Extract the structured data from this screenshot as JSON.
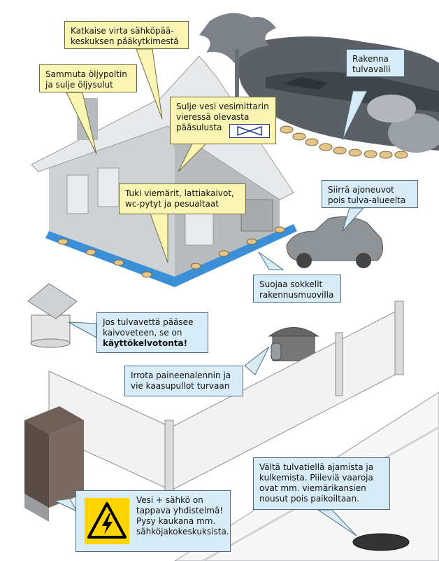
{
  "callouts": {
    "main_switch": [
      "Katkaise virta sähköpää-",
      "keskuksen pääkytkimestä"
    ],
    "oil_burner": [
      "Sammuta öljypoltin",
      "ja sulje öljysulut"
    ],
    "water_meter": [
      "Sulje vesi vesimittarin",
      "vieressä olevasta",
      "pääsulusta"
    ],
    "drains": [
      "Tuki viemärit, lattiakaivot,",
      "wc-pytyt ja pesualtaat"
    ],
    "flood_wall": [
      "Rakenna",
      "tulvavalli"
    ],
    "vehicles": [
      "Siirrä ajoneuvot",
      "pois tulva-alueelta"
    ],
    "plinth": [
      "Suojaa sokkelit",
      "rakennusmuovilla"
    ],
    "well": {
      "line1": "Jos tulvavettä pääsee",
      "line2": "kaivoveteen, se on",
      "line3": "käyttökelvotonta!"
    },
    "gas": [
      "Irrota paineenalennin ja",
      "vie kaasupullot turvaan"
    ],
    "avoid": [
      "Vältä tulvatiellä ajamista ja",
      "kulkemista. Piileviä vaaroja",
      "ovat mm. viemärikansien",
      "nousut pois paikoiltaan."
    ],
    "electric": [
      "Vesi + sähkö on",
      "tappava yhdistelmä!",
      "Pysy kaukana mm.",
      "sähköjakokeskuksista."
    ]
  },
  "colors": {
    "yellow_box": "#fbf5b4",
    "blue_box": "#d7ecf6",
    "water": "#3a8fd6",
    "warning": "#ffd400"
  },
  "icons": [
    "valve-icon",
    "electric-warning-icon"
  ]
}
